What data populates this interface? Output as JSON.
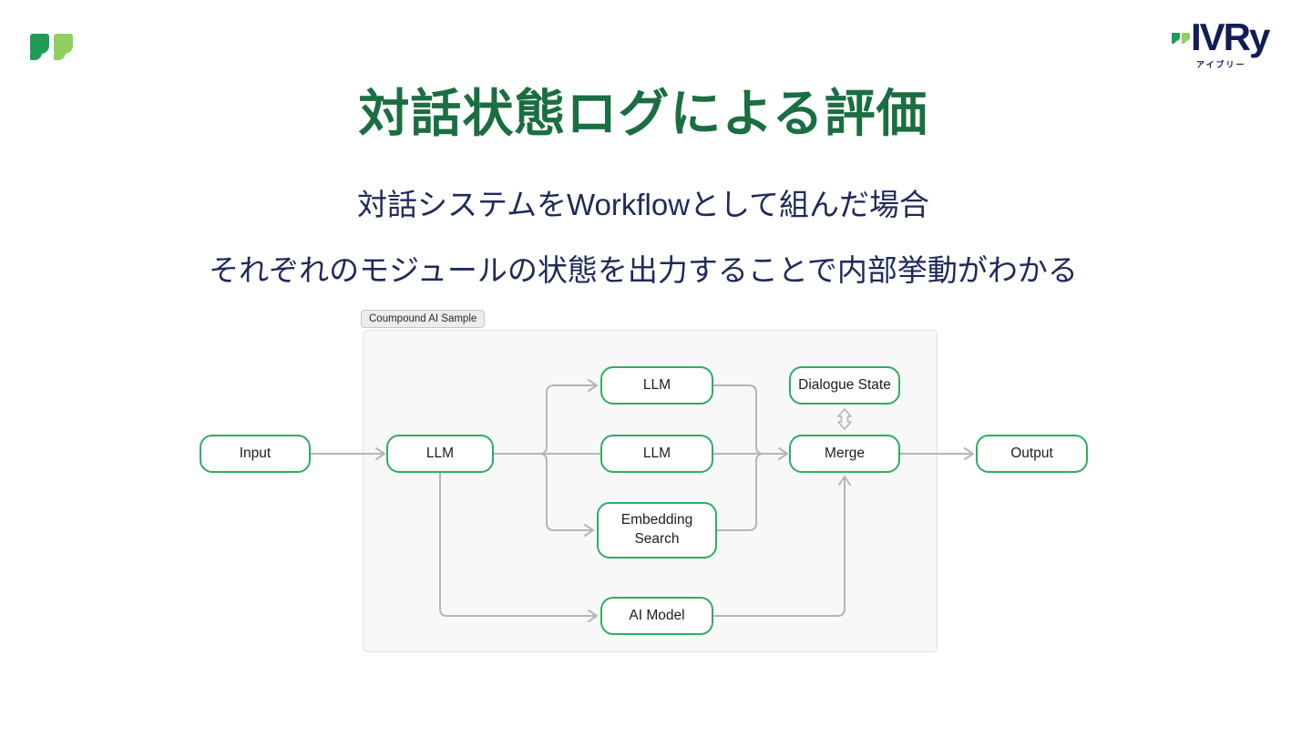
{
  "slide": {
    "title": "対話状態ログによる評価",
    "subtitle_line1": "対話システムをWorkflowとして組んだ場合",
    "subtitle_line2": "それぞれのモジュールの状態を出力することで内部挙動がわかる",
    "title_color": "#1a6e42",
    "subtitle_color": "#1f2a5a"
  },
  "branding": {
    "corner_mark_colors": {
      "dark_green": "#1f9d55",
      "light_green": "#8fd061"
    },
    "ivry_logo": {
      "wordmark": "IVRy",
      "reading": "アイブリー",
      "navy": "#111d54"
    }
  },
  "diagram": {
    "tag_label": "Coumpound AI Sample",
    "colors": {
      "node_border": "#2fad62",
      "node_fill": "#ffffff",
      "node_text": "#1d1d1f",
      "edge": "#b6b6b6",
      "container_bg": "#f8f8f8",
      "container_border": "#e2e2e2"
    },
    "nodes": {
      "input": {
        "label": "Input"
      },
      "llm_main": {
        "label": "LLM"
      },
      "llm_top": {
        "label": "LLM"
      },
      "llm_mid": {
        "label": "LLM"
      },
      "embedding_search": {
        "label": "Embedding Search"
      },
      "ai_model": {
        "label": "AI Model"
      },
      "dialogue_state": {
        "label": "Dialogue State"
      },
      "merge": {
        "label": "Merge"
      },
      "output": {
        "label": "Output"
      }
    },
    "edges": [
      {
        "from": "Input",
        "to": "LLM"
      },
      {
        "from": "LLM",
        "to": "LLM (top)"
      },
      {
        "from": "LLM",
        "to": "LLM (middle)"
      },
      {
        "from": "LLM",
        "to": "Embedding Search"
      },
      {
        "from": "LLM",
        "to": "AI Model"
      },
      {
        "from": "LLM (top)",
        "to": "Merge"
      },
      {
        "from": "LLM (middle)",
        "to": "Merge"
      },
      {
        "from": "Embedding Search",
        "to": "Merge"
      },
      {
        "from": "AI Model",
        "to": "Merge"
      },
      {
        "from": "Dialogue State",
        "to": "Merge",
        "bidirectional": true
      },
      {
        "from": "Merge",
        "to": "Output"
      }
    ]
  }
}
